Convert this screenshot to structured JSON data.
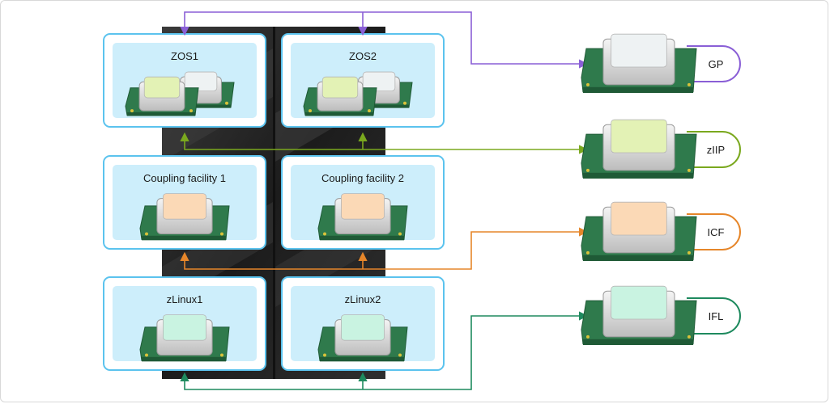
{
  "partitions": [
    {
      "id": "zos1",
      "label": "ZOS1"
    },
    {
      "id": "zos2",
      "label": "ZOS2"
    },
    {
      "id": "cf1",
      "label": "Coupling facility 1"
    },
    {
      "id": "cf2",
      "label": "Coupling facility 2"
    },
    {
      "id": "zlinux1",
      "label": "zLinux1"
    },
    {
      "id": "zlinux2",
      "label": "zLinux2"
    }
  ],
  "processors": [
    {
      "id": "gp",
      "label": "GP",
      "color": "#8a5fd6",
      "chip": "#eef2f3"
    },
    {
      "id": "ziip",
      "label": "zIIP",
      "color": "#7aa81e",
      "chip": "#e3f2b5"
    },
    {
      "id": "icf",
      "label": "ICF",
      "color": "#e6862a",
      "chip": "#fbd9b6"
    },
    {
      "id": "ifl",
      "label": "IFL",
      "color": "#1e8a5e",
      "chip": "#c9f3e1"
    }
  ],
  "colors": {
    "panel_border": "#5bc3ee",
    "panel_inner": "#cdeefb",
    "board": "#2f7a4c",
    "board_dark": "#1f5a36",
    "server": "#2d2d2d"
  }
}
